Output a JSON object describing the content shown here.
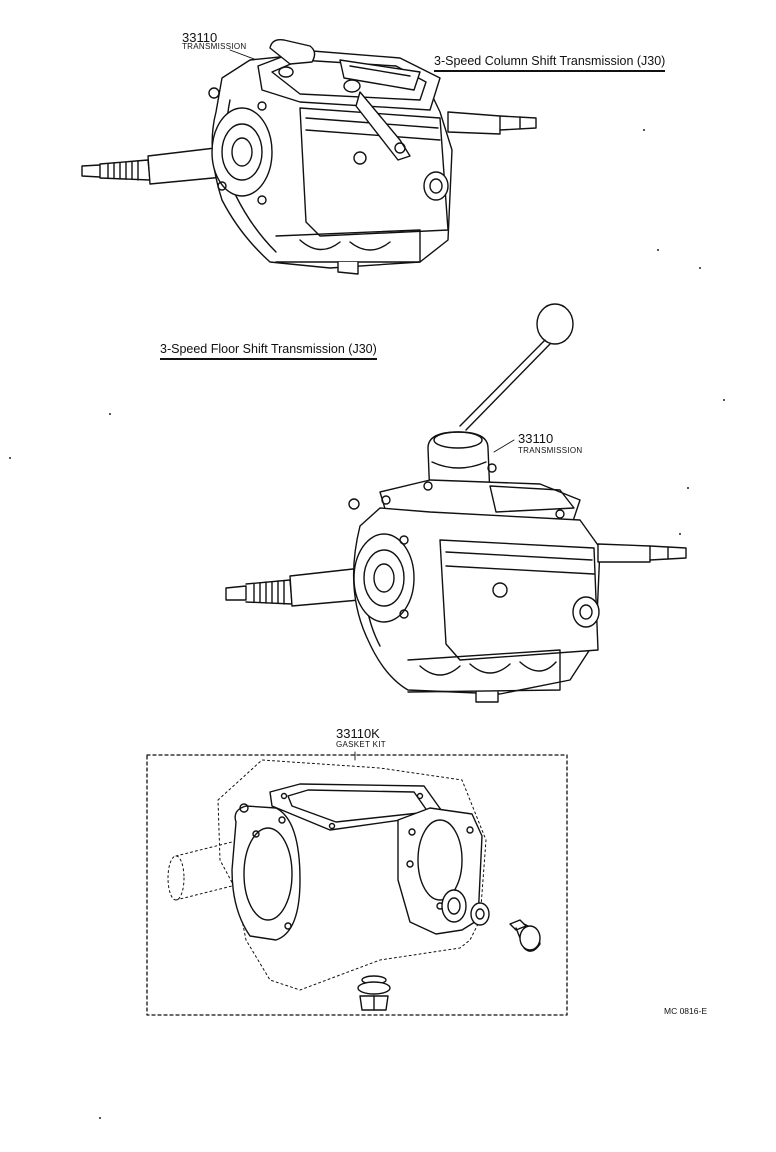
{
  "column_shift": {
    "title": "3-Speed Column Shift Transmission (J30)",
    "part_number": "33110",
    "part_name": "TRANSMISSION"
  },
  "floor_shift": {
    "title": "3-Speed Floor Shift Transmission (J30)",
    "part_number": "33110",
    "part_name": "TRANSMISSION"
  },
  "gasket_kit": {
    "part_number": "33110K",
    "part_name": "GASKET KIT"
  },
  "figure_code": "MC 0816-E"
}
